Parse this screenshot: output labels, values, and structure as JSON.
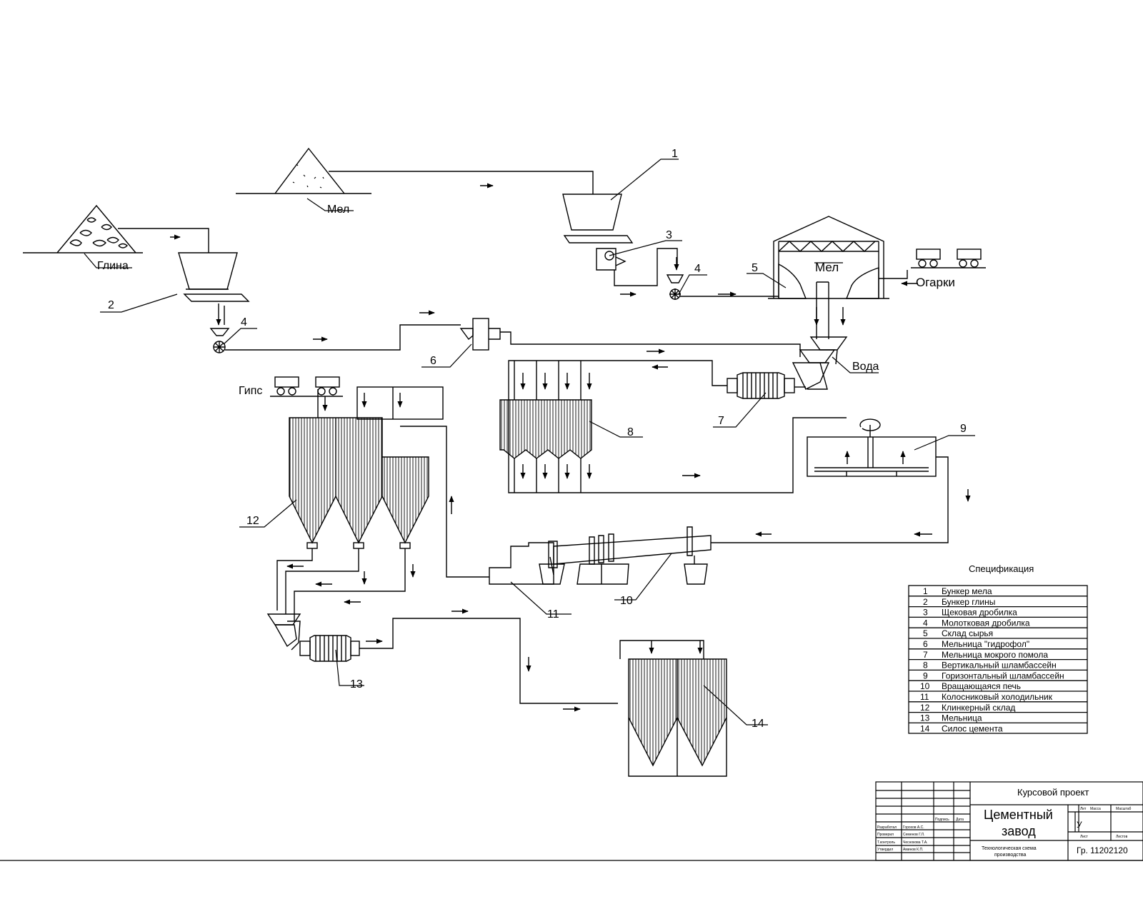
{
  "labels": {
    "mel_pile": "Мел",
    "glina": "Глина",
    "mel_store": "Мел",
    "ogarki": "Огарки",
    "voda": "Вода",
    "gips": "Гипс"
  },
  "callouts": [
    "1",
    "2",
    "3",
    "4",
    "4",
    "5",
    "6",
    "7",
    "8",
    "9",
    "10",
    "11",
    "12",
    "13",
    "14"
  ],
  "specification": {
    "title": "Спецификация",
    "rows": [
      {
        "num": "1",
        "name": "Бункер мела"
      },
      {
        "num": "2",
        "name": "Бункер глины"
      },
      {
        "num": "3",
        "name": "Щековая дробилка"
      },
      {
        "num": "4",
        "name": "Молотковая дробилка"
      },
      {
        "num": "5",
        "name": "Склад сырья"
      },
      {
        "num": "6",
        "name": "Мельница \"гидрофол\""
      },
      {
        "num": "7",
        "name": "Мельница мокрого помола"
      },
      {
        "num": "8",
        "name": "Вертикальный шламбассейн"
      },
      {
        "num": "9",
        "name": "Горизонтальный шламбассейн"
      },
      {
        "num": "10",
        "name": "Вращающаяся печь"
      },
      {
        "num": "11",
        "name": "Колосниковый холодильник"
      },
      {
        "num": "12",
        "name": "Клинкерный склад"
      },
      {
        "num": "13",
        "name": "Мельница"
      },
      {
        "num": "14",
        "name": "Силос цемента"
      }
    ]
  },
  "title_block": {
    "project": "Курсовой проект",
    "title_line1": "Цементный",
    "title_line2": "завод",
    "subtitle_line1": "Технологическая схема",
    "subtitle_line2": "производства",
    "group": "Гр. 11202120",
    "litera": "У",
    "col_lit": "Лит",
    "col_mass": "Масса",
    "col_scale": "Масштаб",
    "col_sheet": "Лист",
    "col_sheets": "Листов",
    "col_sign": "Подпись",
    "col_date": "Дата",
    "role_1": "Разработал",
    "role_2": "Проверил",
    "role_3": "Т.контроль",
    "role_4": "Утвердил",
    "name_1": "Горохов А.С.",
    "name_2": "Семенов Г.Л.",
    "name_3": "Чеснокова Т.А.",
    "name_4": "Аминов К.П."
  }
}
